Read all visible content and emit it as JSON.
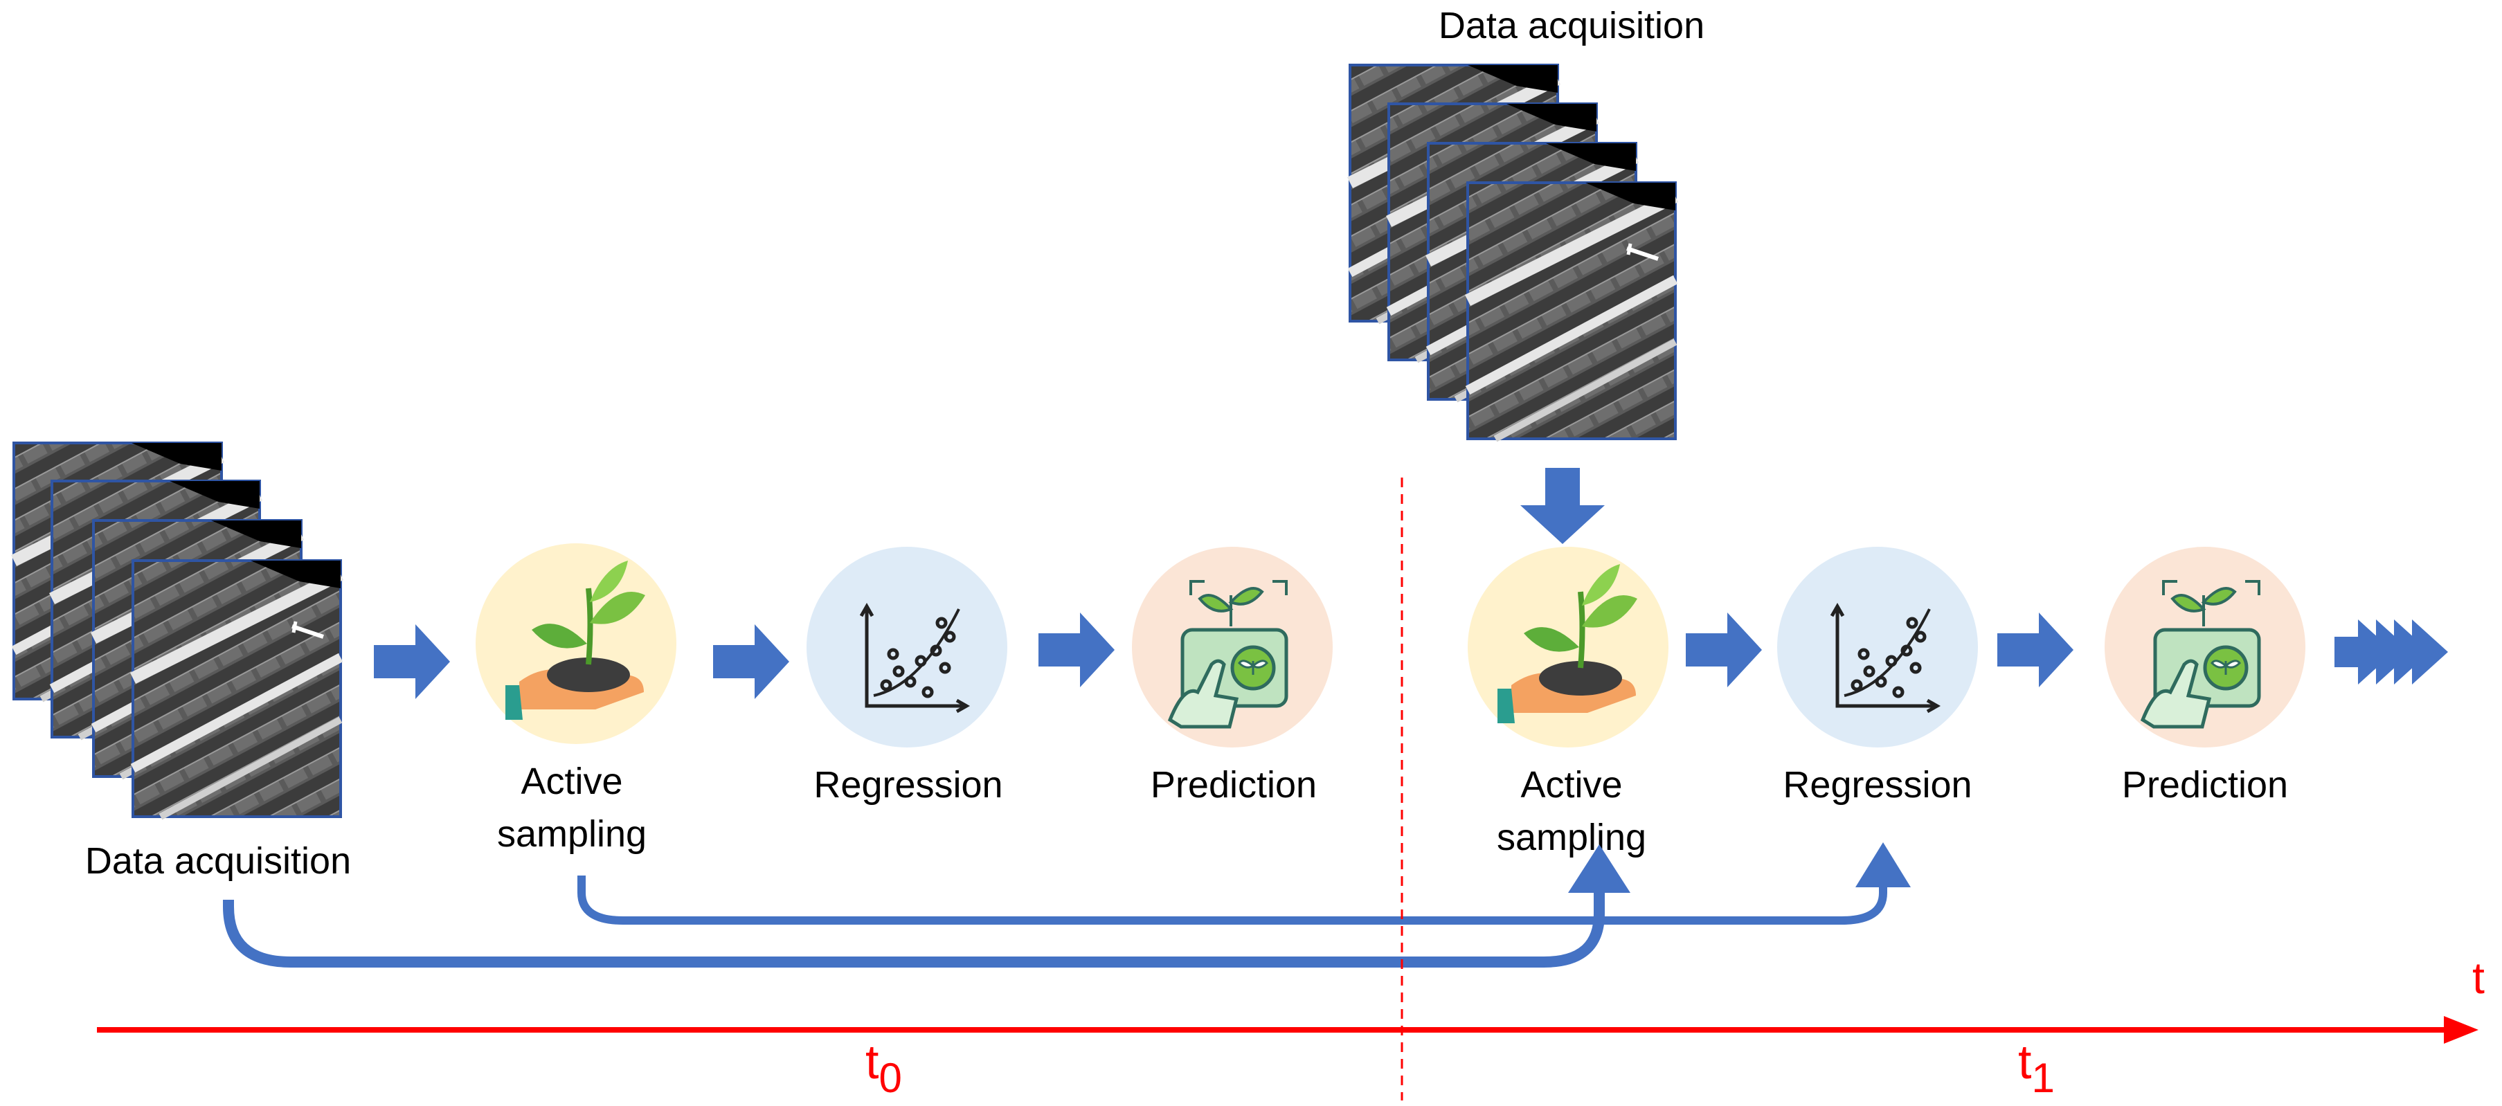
{
  "colors": {
    "arrow_blue": "#4472C4",
    "timeline_red": "#FF0000",
    "sampling_circle": "#FFF2CC",
    "regression_circle": "#DEEBF7",
    "prediction_circle": "#FBE5D6",
    "image_frame": "#2F55A4"
  },
  "phase_t0": {
    "data_acquisition_label": "Data acquisition",
    "active_sampling_label_line1": "Active",
    "active_sampling_label_line2": "sampling",
    "regression_label": "Regression",
    "prediction_label": "Prediction"
  },
  "phase_t1": {
    "data_acquisition_label": "Data acquisition",
    "active_sampling_label_line1": "Active",
    "active_sampling_label_line2": "sampling",
    "regression_label": "Regression",
    "prediction_label": "Prediction"
  },
  "timeline": {
    "axis_label": "t",
    "t0_base": "t",
    "t0_sub": "0",
    "t1_base": "t",
    "t1_sub": "1"
  },
  "icons": {
    "sampling": "hand-with-plant-icon",
    "regression": "scatter-regression-icon",
    "prediction": "plant-card-icon"
  }
}
